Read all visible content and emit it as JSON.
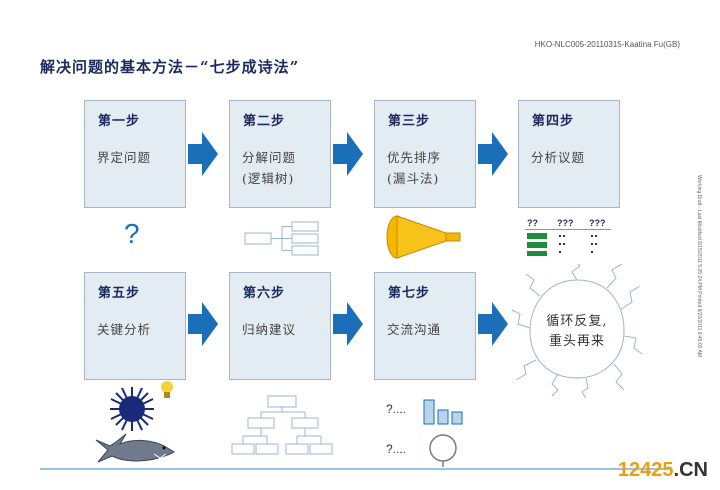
{
  "doc_id": "HKO-NLC005-20110315-Kaatina Fu(GB)",
  "title": "解决问题的基本方法－“七步成诗法”",
  "steps": [
    {
      "label": "第一步",
      "line1": "界定问题",
      "line2": ""
    },
    {
      "label": "第二步",
      "line1": "分解问题",
      "line2": "(逻辑树)"
    },
    {
      "label": "第三步",
      "line1": "优先排序",
      "line2": "(漏斗法)"
    },
    {
      "label": "第四步",
      "line1": "分析议题",
      "line2": ""
    },
    {
      "label": "第五步",
      "line1": "关键分析",
      "line2": ""
    },
    {
      "label": "第六步",
      "line1": "归纳建议",
      "line2": ""
    },
    {
      "label": "第七步",
      "line1": "交流沟通",
      "line2": ""
    }
  ],
  "cycle": {
    "line1": "循环反复,",
    "line2": "重头再来"
  },
  "icons": {
    "question": "?",
    "analysis_headers": [
      "??",
      "???",
      "???"
    ],
    "comm_prompt_1": "?....",
    "comm_prompt_2": "?...."
  },
  "side_note": "Working Draft - Last Modified 9/15/2011 5:05:24 PM    Printed 9/20/2011 9:45:00 AM",
  "watermark": {
    "num": "12425",
    "suffix": ".CN"
  },
  "colors": {
    "accent": "#1a6fb8",
    "title": "#1b2a5c",
    "box": "#e3ebf3",
    "funnel": "#f5b800",
    "green": "#1e8c3a"
  }
}
